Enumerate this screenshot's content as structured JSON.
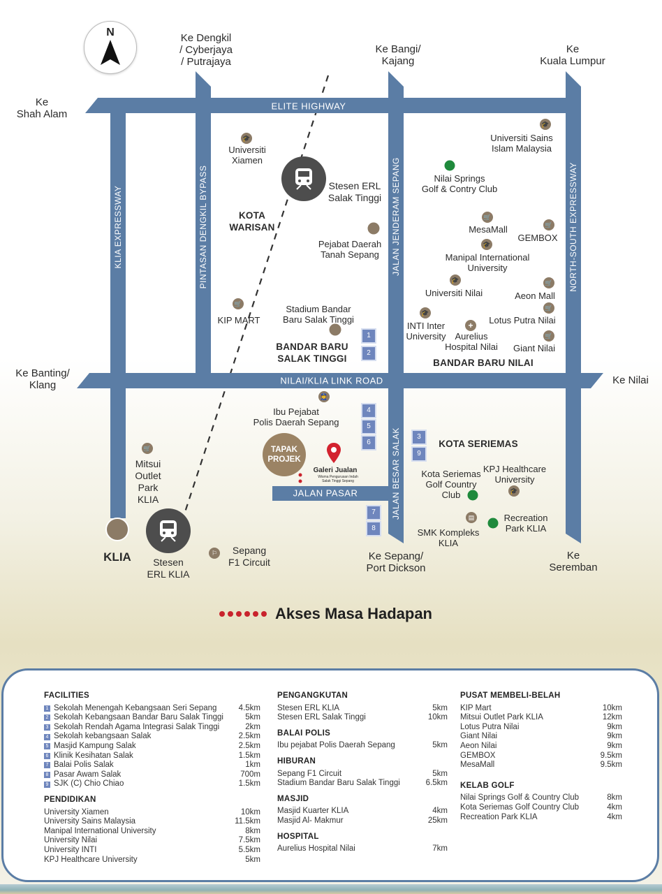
{
  "colors": {
    "road": "#5b7da5",
    "poi": "#8c7b66",
    "badge": "#6f86bd",
    "green_poi": "#1f8a3c",
    "future_access": "#c9232d"
  },
  "compass": {
    "letter": "N"
  },
  "destinations": {
    "dengkil": "Ke Dengkil\n/ Cyberjaya\n/ Putrajaya",
    "bangi": "Ke Bangi/\nKajang",
    "kl": "Ke\nKuala Lumpur",
    "shah_alam": "Ke\nShah Alam",
    "banting": "Ke Banting/\nKlang",
    "nilai": "Ke Nilai",
    "sepang": "Ke Sepang/\nPort Dickson",
    "seremban": "Ke\nSeremban"
  },
  "roads": {
    "elite": "ELITE HIGHWAY",
    "klia_exp": "KLIA EXPRESSWAY",
    "dengkil_bypass": "PINTASAN DENGKIL BYPASS",
    "jenderam": "JALAN JENDERAM SEPANG",
    "nse": "NORTH-SOUTH EXPRESSWAY",
    "link": "NILAI/KLIA LINK ROAD",
    "besar_salak": "JALAN BESAR SALAK",
    "pasar": "JALAN PASAR"
  },
  "districts": {
    "kota_warisan": "KOTA\nWARISAN",
    "bbst": "BANDAR BARU\nSALAK TINGGI",
    "bbn": "BANDAR BARU NILAI",
    "seriemas": "KOTA SERIEMAS"
  },
  "places": {
    "xiamen": "Universiti\nXiamen",
    "erl_salak": "Stesen ERL\nSalak Tinggi",
    "pejabat_tanah": "Pejabat Daerah\nTanah Sepang",
    "kip": "KIP MART",
    "stadium": "Stadium Bandar\nBaru Salak Tinggi",
    "usim": "Universiti Sains\nIslam Malaysia",
    "nilai_springs": "Nilai Springs\nGolf & Contry Club",
    "mesamall": "MesaMall",
    "gembox": "GEMBOX",
    "manipal": "Manipal International\nUniversity",
    "univ_nilai": "Universiti Nilai",
    "aeon": "Aeon Mall",
    "inti": "INTI Inter\nUniversity",
    "lotus": "Lotus Putra Nilai",
    "aurelius": "Aurelius\nHospital Nilai",
    "giant": "Giant Nilai",
    "polis": "Ibu Pejabat\nPolis Daerah Sepang",
    "tapak": "TAPAK\nPROJEK",
    "galeri": "Galeri Jualan",
    "galeri_sub": "Wisma Pengurusan Indah\nSalak Tinggi Sepang",
    "mitsui": "Mitsui\nOutlet\nPark\nKLIA",
    "klia": "KLIA",
    "erl_klia": "Stesen\nERL KLIA",
    "f1": "Sepang\nF1 Circuit",
    "seriemas_golf": "Kota Seriemas\nGolf Country Club",
    "kpj": "KPJ Healthcare\nUniversity",
    "recreation": "Recreation\nPark KLIA",
    "smk": "SMK Kompleks\nKLIA"
  },
  "badges": [
    "1",
    "2",
    "3",
    "4",
    "5",
    "6",
    "7",
    "8",
    "9"
  ],
  "legend": {
    "future_access": "Akses Masa Hadapan"
  },
  "panel": {
    "facilities": {
      "title": "FACILITIES",
      "items": [
        {
          "idx": "1",
          "name": "Sekolah Menengah Kebangsaan Seri Sepang",
          "dist": "4.5km"
        },
        {
          "idx": "2",
          "name": "Sekolah Kebangsaan Bandar Baru Salak Tinggi",
          "dist": "5km"
        },
        {
          "idx": "3",
          "name": "Sekolah Rendah Agama Integrasi Salak Tinggi",
          "dist": "2km"
        },
        {
          "idx": "4",
          "name": "Sekolah kebangsaan Salak",
          "dist": "2.5km"
        },
        {
          "idx": "5",
          "name": "Masjid Kampung Salak",
          "dist": "2.5km"
        },
        {
          "idx": "6",
          "name": "Klinik Kesihatan Salak",
          "dist": "1.5km"
        },
        {
          "idx": "7",
          "name": "Balai Polis Salak",
          "dist": "1km"
        },
        {
          "idx": "8",
          "name": "Pasar Awam Salak",
          "dist": "700m"
        },
        {
          "idx": "9",
          "name": "SJK (C) Chio Chiao",
          "dist": "1.5km"
        }
      ]
    },
    "pendidikan": {
      "title": "PENDIDIKAN",
      "items": [
        {
          "name": "University Xiamen",
          "dist": "10km"
        },
        {
          "name": "University Sains Malaysia",
          "dist": "11.5km"
        },
        {
          "name": "Manipal International University",
          "dist": "8km"
        },
        {
          "name": "University Nilai",
          "dist": "7.5km"
        },
        {
          "name": "University INTI",
          "dist": "5.5km"
        },
        {
          "name": "KPJ Healthcare University",
          "dist": "5km"
        }
      ]
    },
    "pengangkutan": {
      "title": "PENGANGKUTAN",
      "items": [
        {
          "name": "Stesen ERL KLIA",
          "dist": "5km"
        },
        {
          "name": "Stesen ERL Salak Tinggi",
          "dist": "10km"
        }
      ]
    },
    "balai_polis": {
      "title": "BALAI POLIS",
      "items": [
        {
          "name": "Ibu pejabat Polis Daerah Sepang",
          "dist": "5km"
        }
      ]
    },
    "hiburan": {
      "title": "HIBURAN",
      "items": [
        {
          "name": "Sepang F1 Circuit",
          "dist": "5km"
        },
        {
          "name": "Stadium Bandar Baru Salak Tinggi",
          "dist": "6.5km"
        }
      ]
    },
    "masjid": {
      "title": "MASJID",
      "items": [
        {
          "name": "Masjid Kuarter KLIA",
          "dist": "4km"
        },
        {
          "name": "Masjid Al- Makmur",
          "dist": "25km"
        }
      ]
    },
    "hospital": {
      "title": "HOSPITAL",
      "items": [
        {
          "name": "Aurelius Hospital Nilai",
          "dist": "7km"
        }
      ]
    },
    "pusat": {
      "title": "PUSAT MEMBELI-BELAH",
      "items": [
        {
          "name": "KIP Mart",
          "dist": "10km"
        },
        {
          "name": "Mitsui Outlet Park KLIA",
          "dist": "12km"
        },
        {
          "name": "Lotus Putra Nilai",
          "dist": "9km"
        },
        {
          "name": "Giant Nilai",
          "dist": "9km"
        },
        {
          "name": "Aeon Nilai",
          "dist": "9km"
        },
        {
          "name": "GEMBOX",
          "dist": "9.5km"
        },
        {
          "name": "MesaMall",
          "dist": "9.5km"
        }
      ]
    },
    "kelab": {
      "title": "KELAB GOLF",
      "items": [
        {
          "name": "Nilai Springs Golf & Country Club",
          "dist": "8km"
        },
        {
          "name": "Kota Seriemas Golf Country Club",
          "dist": "4km"
        },
        {
          "name": "Recreation Park KLIA",
          "dist": "4km"
        }
      ]
    }
  }
}
